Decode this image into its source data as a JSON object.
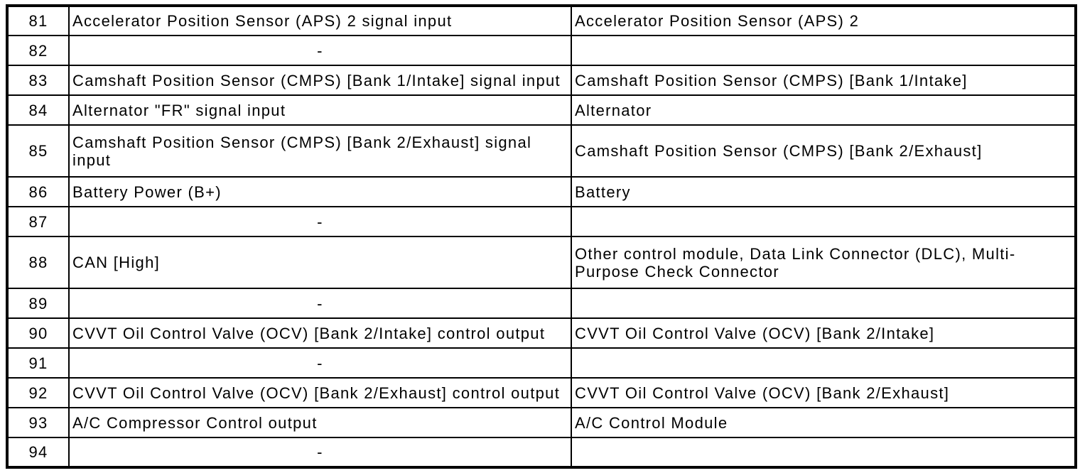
{
  "table": {
    "rows": [
      {
        "pin": "81",
        "description": "Accelerator Position Sensor (APS) 2 signal input",
        "connected_to": "Accelerator Position Sensor (APS) 2"
      },
      {
        "pin": "82",
        "description": "-",
        "connected_to": ""
      },
      {
        "pin": "83",
        "description": "Camshaft Position Sensor (CMPS) [Bank 1/Intake] signal input",
        "connected_to": "Camshaft Position Sensor (CMPS) [Bank 1/Intake]"
      },
      {
        "pin": "84",
        "description": "Alternator \"FR\" signal input",
        "connected_to": "Alternator"
      },
      {
        "pin": "85",
        "description": "Camshaft Position Sensor (CMPS) [Bank 2/Exhaust] signal input",
        "connected_to": "Camshaft Position Sensor (CMPS) [Bank 2/Exhaust]"
      },
      {
        "pin": "86",
        "description": "Battery Power (B+)",
        "connected_to": "Battery"
      },
      {
        "pin": "87",
        "description": "-",
        "connected_to": ""
      },
      {
        "pin": "88",
        "description": "CAN [High]",
        "connected_to": "Other control module, Data Link Connector (DLC), Multi-Purpose Check Connector"
      },
      {
        "pin": "89",
        "description": "-",
        "connected_to": ""
      },
      {
        "pin": "90",
        "description": "CVVT Oil Control Valve (OCV) [Bank 2/Intake] control output",
        "connected_to": "CVVT Oil Control Valve (OCV) [Bank 2/Intake]"
      },
      {
        "pin": "91",
        "description": "-",
        "connected_to": ""
      },
      {
        "pin": "92",
        "description": "CVVT Oil Control Valve (OCV) [Bank 2/Exhaust] control output",
        "connected_to": "CVVT Oil Control Valve (OCV) [Bank 2/Exhaust]"
      },
      {
        "pin": "93",
        "description": "A/C Compressor Control output",
        "connected_to": "A/C Control Module"
      },
      {
        "pin": "94",
        "description": "-",
        "connected_to": ""
      }
    ],
    "tall_row_pins": [
      "85",
      "88"
    ]
  }
}
